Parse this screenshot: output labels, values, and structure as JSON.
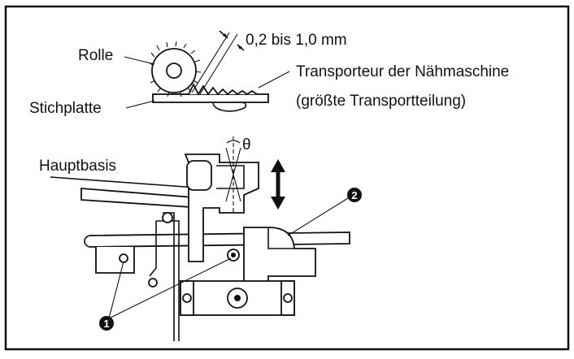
{
  "labels": {
    "rolle": "Rolle",
    "gap": "0,2 bis 1,0 mm",
    "transporteur_line1": "Transporteur der Nähmaschine",
    "transporteur_line2": "(größte Transportteilung)",
    "stichplatte": "Stichplatte",
    "theta": "θ",
    "hauptbasis": "Hauptbasis"
  },
  "callouts": {
    "one": "1",
    "two": "2"
  }
}
